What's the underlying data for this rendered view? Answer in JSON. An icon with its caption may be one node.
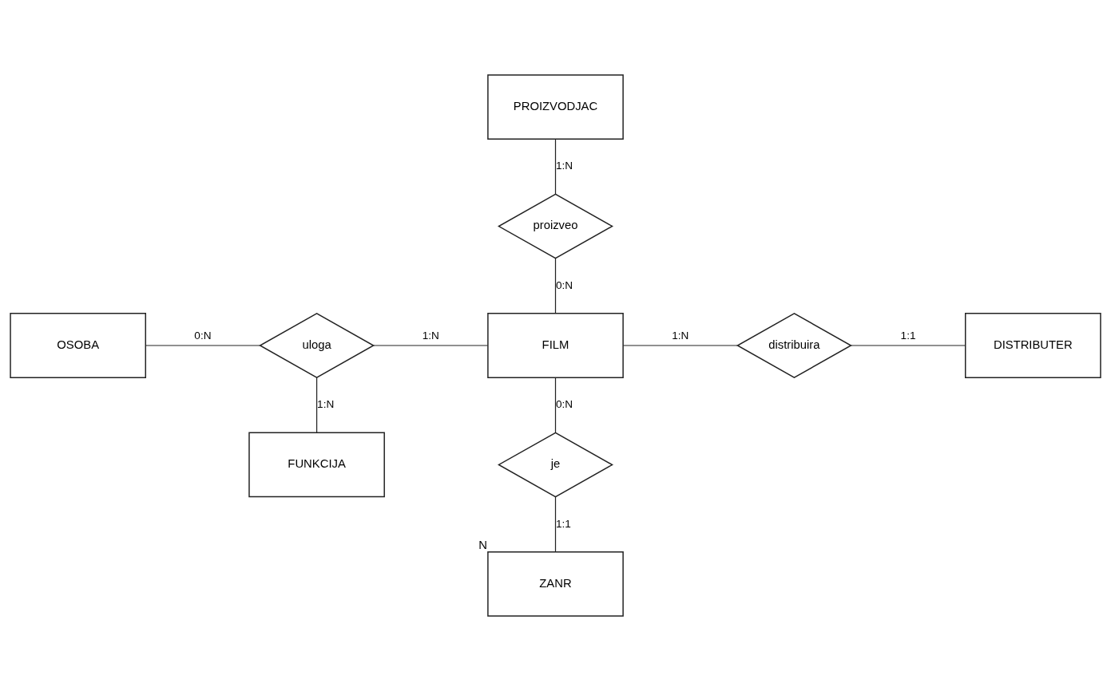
{
  "diagram": {
    "nodes": [
      {
        "text": [
          "PROIZVODJAC"
        ]
      },
      {
        "text": [
          "proizveo"
        ]
      },
      {
        "text": [
          "OSOBA"
        ]
      },
      {
        "text": [
          "uloga"
        ]
      },
      {
        "text": [
          "FILM"
        ]
      },
      {
        "text": [
          "distribuira"
        ]
      },
      {
        "text": [
          "DISTRIBUTER"
        ]
      },
      {
        "text": [
          "FUNKCIJA"
        ]
      },
      {
        "text": [
          "je"
        ]
      },
      {
        "text": [
          "ZANR"
        ],
        "beside": [
          "N"
        ]
      }
    ],
    "edges": [
      {
        "from": 0,
        "to": 1,
        "arrow": "none",
        "label": "1:N"
      },
      {
        "from": 1,
        "to": 4,
        "arrow": "none",
        "label": "0:N"
      },
      {
        "from": 2,
        "to": 3,
        "arrow": "none",
        "label": "0:N"
      },
      {
        "from": 3,
        "to": 4,
        "arrow": "none",
        "label": "1:N"
      },
      {
        "from": 4,
        "to": 5,
        "arrow": "none",
        "label": "1:N"
      },
      {
        "from": 5,
        "to": 6,
        "arrow": "none",
        "label": "1:1"
      },
      {
        "from": 3,
        "to": 7,
        "arrow": "none",
        "label": "1:N"
      },
      {
        "from": 4,
        "to": 8,
        "arrow": "none",
        "label": "0:N"
      },
      {
        "from": 8,
        "to": 9,
        "arrow": "none",
        "label": "1:1"
      }
    ]
  }
}
